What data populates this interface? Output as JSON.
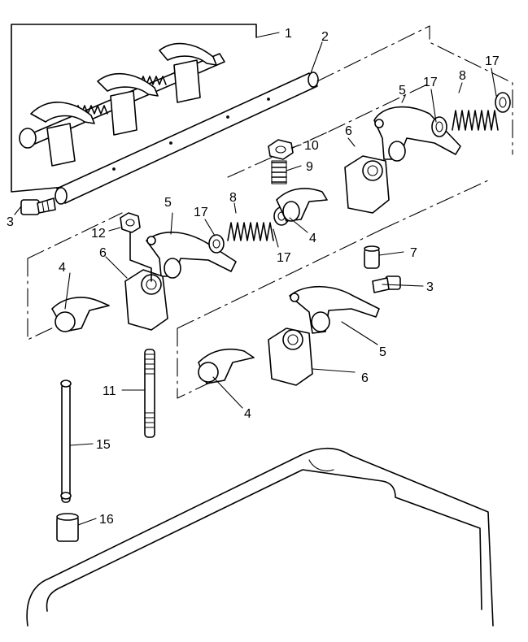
{
  "callouts": {
    "c1": "1",
    "c2": "2",
    "c3a": "3",
    "c3b": "3",
    "c4a": "4",
    "c4b": "4",
    "c4c": "4",
    "c5a": "5",
    "c5b": "5",
    "c5c": "5",
    "c6a": "6",
    "c6b": "6",
    "c6c": "6",
    "c7": "7",
    "c8a": "8",
    "c8b": "8",
    "c9": "9",
    "c10": "10",
    "c11": "11",
    "c12": "12",
    "c15": "15",
    "c16": "16",
    "c17a": "17",
    "c17b": "17",
    "c17c": "17",
    "c17d": "17"
  }
}
